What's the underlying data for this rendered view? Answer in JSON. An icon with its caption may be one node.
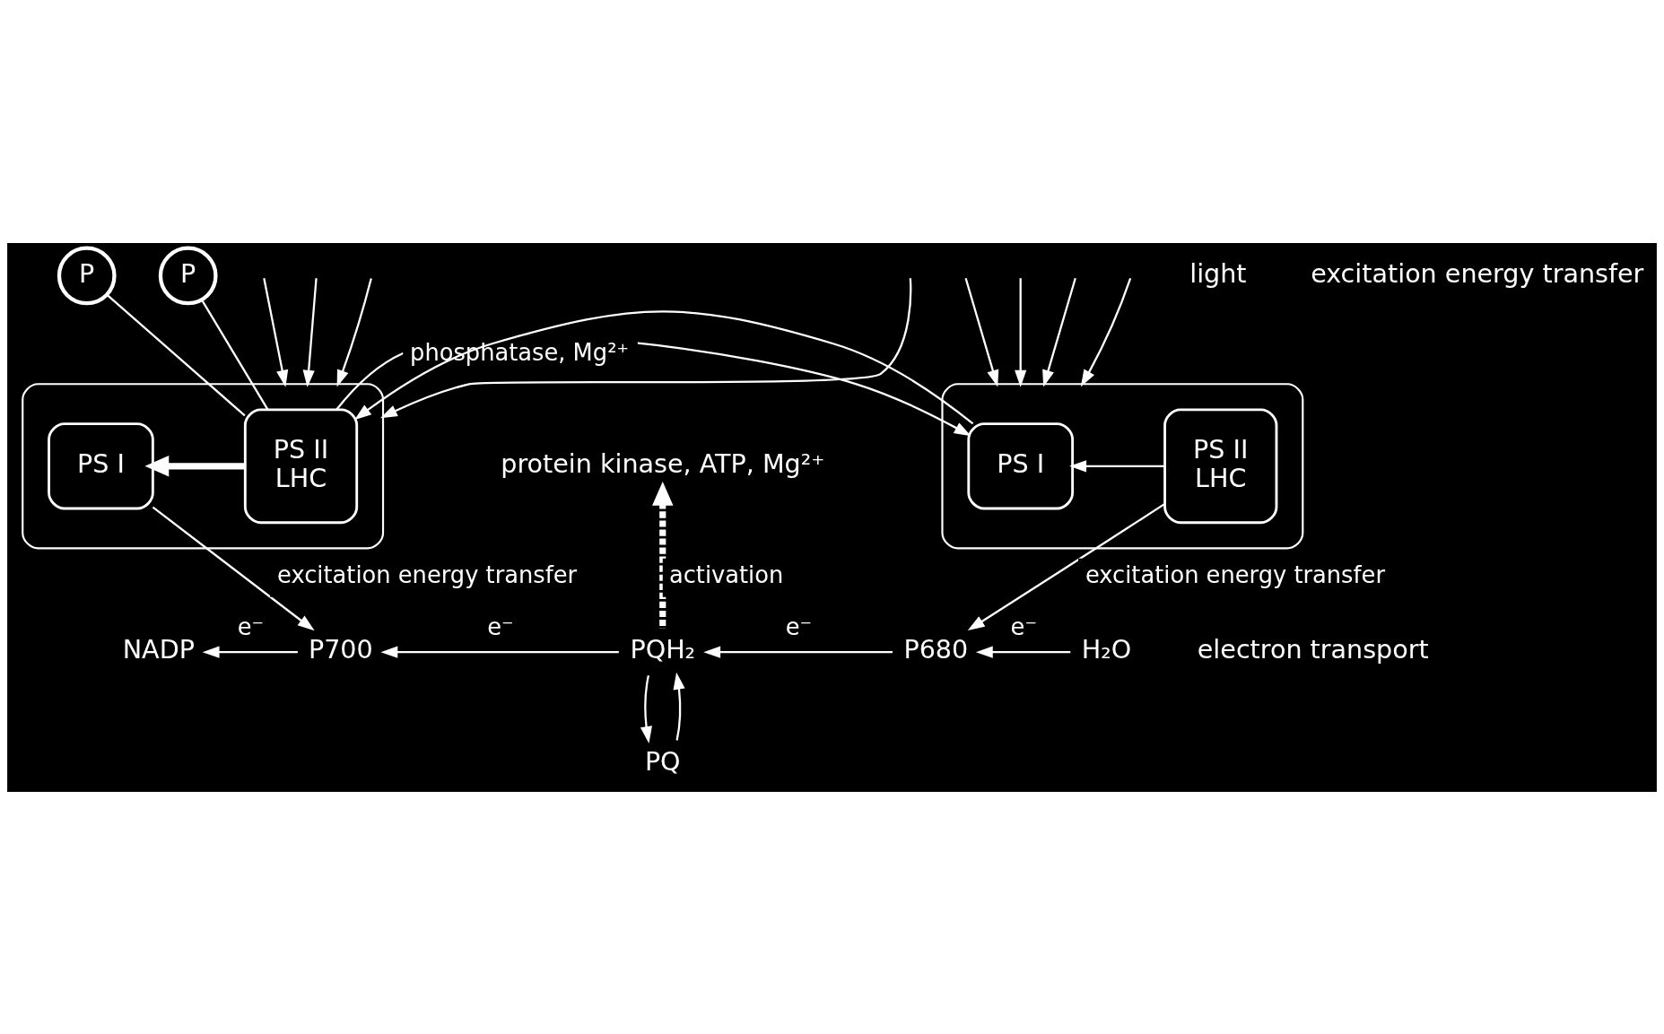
{
  "diagram": {
    "nodes": [
      {
        "text": [],
        "shape": "band"
      },
      {
        "text": [
          "P"
        ]
      },
      {
        "text": [
          "P"
        ]
      },
      {
        "text": [
          "PS I"
        ],
        "in": 0
      },
      {
        "text": [
          "PS II",
          "LHC"
        ],
        "in": 0
      },
      {
        "text": [],
        "shape": "band"
      },
      {
        "text": [
          "PS I"
        ],
        "in": 5
      },
      {
        "text": [
          "PS II",
          "LHC"
        ],
        "in": 5
      },
      {
        "text": [
          "protein kinase, ATP, Mg²⁺"
        ]
      },
      {
        "text": [
          "NADP"
        ]
      },
      {
        "text": [
          "P700"
        ]
      },
      {
        "text": [
          "PQH₂"
        ]
      },
      {
        "text": [
          "P680"
        ]
      },
      {
        "text": [
          "H₂O"
        ]
      },
      {
        "text": [
          "PQ"
        ]
      }
    ],
    "edges": [
      {
        "from": null,
        "to": 0,
        "arrow": "to"
      },
      {
        "from": null,
        "to": 0,
        "arrow": "to"
      },
      {
        "from": null,
        "to": 0,
        "arrow": "to"
      },
      {
        "from": null,
        "to": 0,
        "arrow": "to"
      },
      {
        "from": null,
        "to": 5,
        "arrow": "to"
      },
      {
        "from": null,
        "to": 5,
        "arrow": "to"
      },
      {
        "from": null,
        "to": 5,
        "arrow": "to"
      },
      {
        "from": null,
        "to": 5,
        "arrow": "to"
      },
      {
        "from": 1,
        "to": 4,
        "arrow": "none"
      },
      {
        "from": 2,
        "to": 4,
        "arrow": "none"
      },
      {
        "from": 4,
        "to": 3,
        "arrow": "to",
        "style": "thick"
      },
      {
        "from": 0,
        "to": 5,
        "label": "phosphatase, Mg²⁺",
        "arrow": "to"
      },
      {
        "from": 5,
        "to": 0,
        "arrow": "to"
      },
      {
        "from": 7,
        "to": 6,
        "arrow": "to"
      },
      {
        "from": 3,
        "to": 10,
        "label": "excitation energy transfer",
        "arrow": "to"
      },
      {
        "from": 7,
        "to": 12,
        "label": "excitation energy transfer",
        "arrow": "to"
      },
      {
        "from": 11,
        "to": 8,
        "label": "activation",
        "arrow": "to",
        "style": "dashed"
      },
      {
        "from": 10,
        "to": 9,
        "label": "e⁻",
        "arrow": "to"
      },
      {
        "from": 11,
        "to": 10,
        "label": "e⁻",
        "arrow": "to"
      },
      {
        "from": 12,
        "to": 11,
        "label": "e⁻",
        "arrow": "to"
      },
      {
        "from": 13,
        "to": 12,
        "label": "e⁻",
        "arrow": "to"
      },
      {
        "from": 11,
        "to": 14,
        "arrow": "to"
      },
      {
        "from": 14,
        "to": 11,
        "arrow": "to"
      }
    ],
    "labels": [
      "light",
      "excitation energy transfer",
      "electron transport"
    ]
  }
}
